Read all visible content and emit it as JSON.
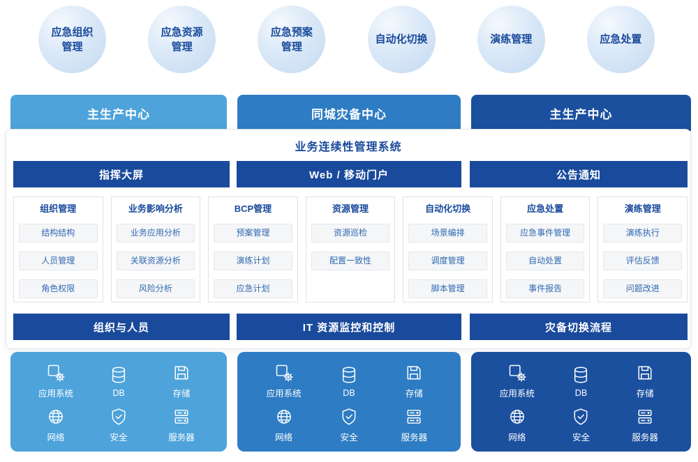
{
  "colors": {
    "light_blue": "#4da3da",
    "medium_blue": "#2e7cc3",
    "dark_blue": "#1b509f",
    "navy_bar": "#1a4a9c",
    "title_text": "#1a4a9c",
    "item_text": "#3069b0"
  },
  "top_functions": [
    {
      "label": "应急组织\n管理"
    },
    {
      "label": "应急资源\n管理"
    },
    {
      "label": "应急预案\n管理"
    },
    {
      "label": "自动化切换"
    },
    {
      "label": "演练管理"
    },
    {
      "label": "应急处置"
    }
  ],
  "centers": [
    {
      "label": "主生产中心",
      "theme": "light"
    },
    {
      "label": "同城灾备中心",
      "theme": "medium"
    },
    {
      "label": "主生产中心",
      "theme": "dark"
    }
  ],
  "system": {
    "title": "业务连续性管理系统",
    "portals": [
      "指挥大屏",
      "Web / 移动门户",
      "公告通知"
    ],
    "modules": [
      {
        "title": "组织管理",
        "items": [
          "结构结构",
          "人员管理",
          "角色权限"
        ]
      },
      {
        "title": "业务影响分析",
        "items": [
          "业务应用分析",
          "关联资源分析",
          "风险分析"
        ]
      },
      {
        "title": "BCP管理",
        "items": [
          "预案管理",
          "演练计划",
          "应急计划"
        ]
      },
      {
        "title": "资源管理",
        "items": [
          "资源巡检",
          "配置一致性"
        ]
      },
      {
        "title": "自动化切换",
        "items": [
          "场景编排",
          "调度管理",
          "脚本管理"
        ]
      },
      {
        "title": "应急处置",
        "items": [
          "应急事件管理",
          "自动处置",
          "事件报告"
        ]
      },
      {
        "title": "演练管理",
        "items": [
          "演练执行",
          "评估反馈",
          "问题改进"
        ]
      }
    ],
    "foundations": [
      "组织与人员",
      "IT 资源监控和控制",
      "灾备切换流程"
    ]
  },
  "infrastructure": {
    "items": [
      {
        "label": "应用系统",
        "icon": "app-system-icon"
      },
      {
        "label": "DB",
        "icon": "database-icon"
      },
      {
        "label": "存储",
        "icon": "storage-icon"
      },
      {
        "label": "网络",
        "icon": "network-icon"
      },
      {
        "label": "安全",
        "icon": "security-icon"
      },
      {
        "label": "服务器",
        "icon": "server-icon"
      }
    ]
  }
}
